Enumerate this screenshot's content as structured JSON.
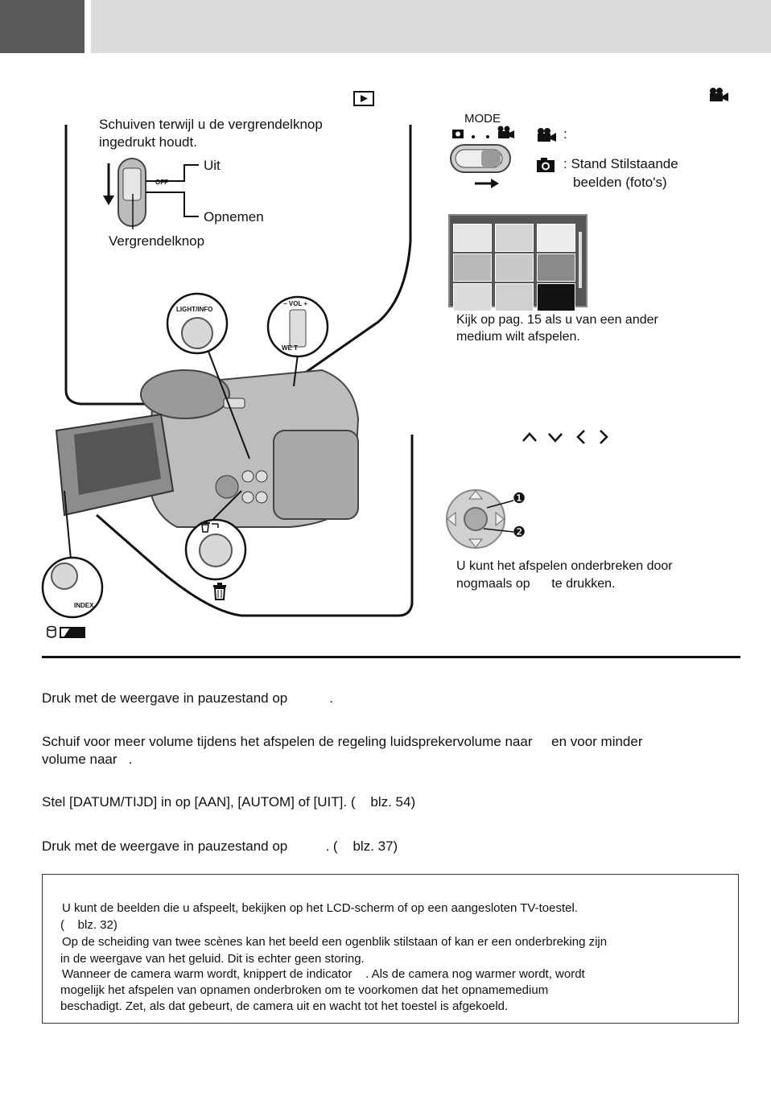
{
  "header": {
    "dark_block": "",
    "light_band": ""
  },
  "playback_icon": "play-button-icon",
  "video_mode_icon": "video-camera-icon",
  "left_panel": {
    "instruction": [
      "Schuiven terwijl u de vergrendelknop",
      "ingedrukt houdt."
    ],
    "switch_labels": {
      "off_label": "Uit",
      "record_label": "Opnemen",
      "lock_button_label": "Vergrendelknop"
    },
    "switch_markings": {
      "off": "OFF"
    },
    "button_labels": {
      "light_info": "LIGHT/INFO",
      "vol_minus_plus": "− VOL +",
      "wt": "WE  T",
      "index": "INDEX"
    }
  },
  "right_panel": {
    "mode_label": "MODE",
    "video_colon": ":",
    "photo_desc": [
      ": Stand Stilstaande",
      "beelden (foto's)"
    ],
    "thumbnail_caption": [
      "Kijk op pag. 15 als u van een ander",
      "medium wilt afspelen."
    ],
    "arrows": [
      "∧",
      "∨",
      "<",
      ">"
    ],
    "pause_caption": [
      "U kunt het afspelen onderbreken door",
      "nogmaals op      te drukken."
    ],
    "badge_1": "❶",
    "badge_2": "❷"
  },
  "body": {
    "p1": "Druk met de weergave in pauzestand op           .",
    "p2": [
      "Schuif voor meer volume tijdens het afspelen de regeling luidsprekervolume naar     en voor minder",
      "volume naar   ."
    ],
    "p3": "Stel [DATUM/TIJD] in op [AAN], [AUTOM] of [UIT]. (    blz. 54)",
    "p4": "Druk met de weergave in pauzestand op          . (    blz. 37)"
  },
  "notes": [
    "U kunt de beelden die u afspeelt, bekijken op het LCD-scherm of op een aangesloten TV-toestel.",
    "(    blz. 32)",
    "Op de scheiding van twee scènes kan het beeld een ogenblik stilstaan of kan er een onderbreking zijn",
    "in de weergave van het geluid. Dit is echter geen storing.",
    "Wanneer de camera warm wordt, knippert de indicator    . Als de camera nog warmer wordt, wordt",
    "mogelijk het afspelen van opnamen onderbroken om te voorkomen dat het opnamemedium",
    "beschadigt. Zet, als dat gebeurt, de camera uit en wacht tot het toestel is afgekoeld."
  ]
}
